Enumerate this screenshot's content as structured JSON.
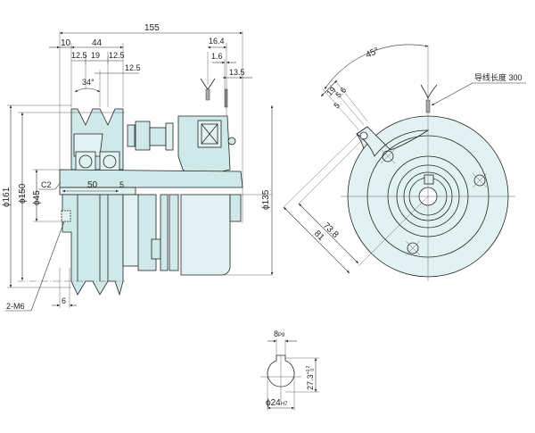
{
  "drawing": {
    "side_view": {
      "dims_top": {
        "overall_length": "155",
        "offset_left": "10",
        "pulley_width": "44",
        "groove_a": "12.5",
        "groove_pitch": "19",
        "groove_b": "12.5",
        "groove_c": "12.5",
        "groove_angle": "34°",
        "lead_offset": "16.4",
        "gap": "1.6",
        "tail": "13.5"
      },
      "dims_left": {
        "outer_dia": "ϕ161",
        "pitch_dia": "ϕ150",
        "bore_dia": "ϕ45"
      },
      "dims_right": {
        "body_dia": "ϕ135"
      },
      "dims_inner": {
        "chamfer": "C2",
        "hub_length": "50",
        "step": "5",
        "screw_offset": "6",
        "screw_callout": "2-M6"
      }
    },
    "front_view": {
      "angle": "45°",
      "lead_label": "导线长度 300",
      "slot_w1": "19",
      "slot_w2": "5.6",
      "slot_w3": "5",
      "radius_inner": "73.8",
      "radius_outer": "81"
    },
    "bore_detail": {
      "key_width": "8",
      "key_tol": "P9",
      "key_height": "27.3",
      "key_height_tol_upper": "+0.2",
      "key_height_tol_lower": "0",
      "bore": "ϕ24",
      "bore_tol": "H7"
    },
    "colors": {
      "part_fill": "#cfe8ea",
      "part_light": "#e2f2f3",
      "line": "#222222"
    }
  }
}
